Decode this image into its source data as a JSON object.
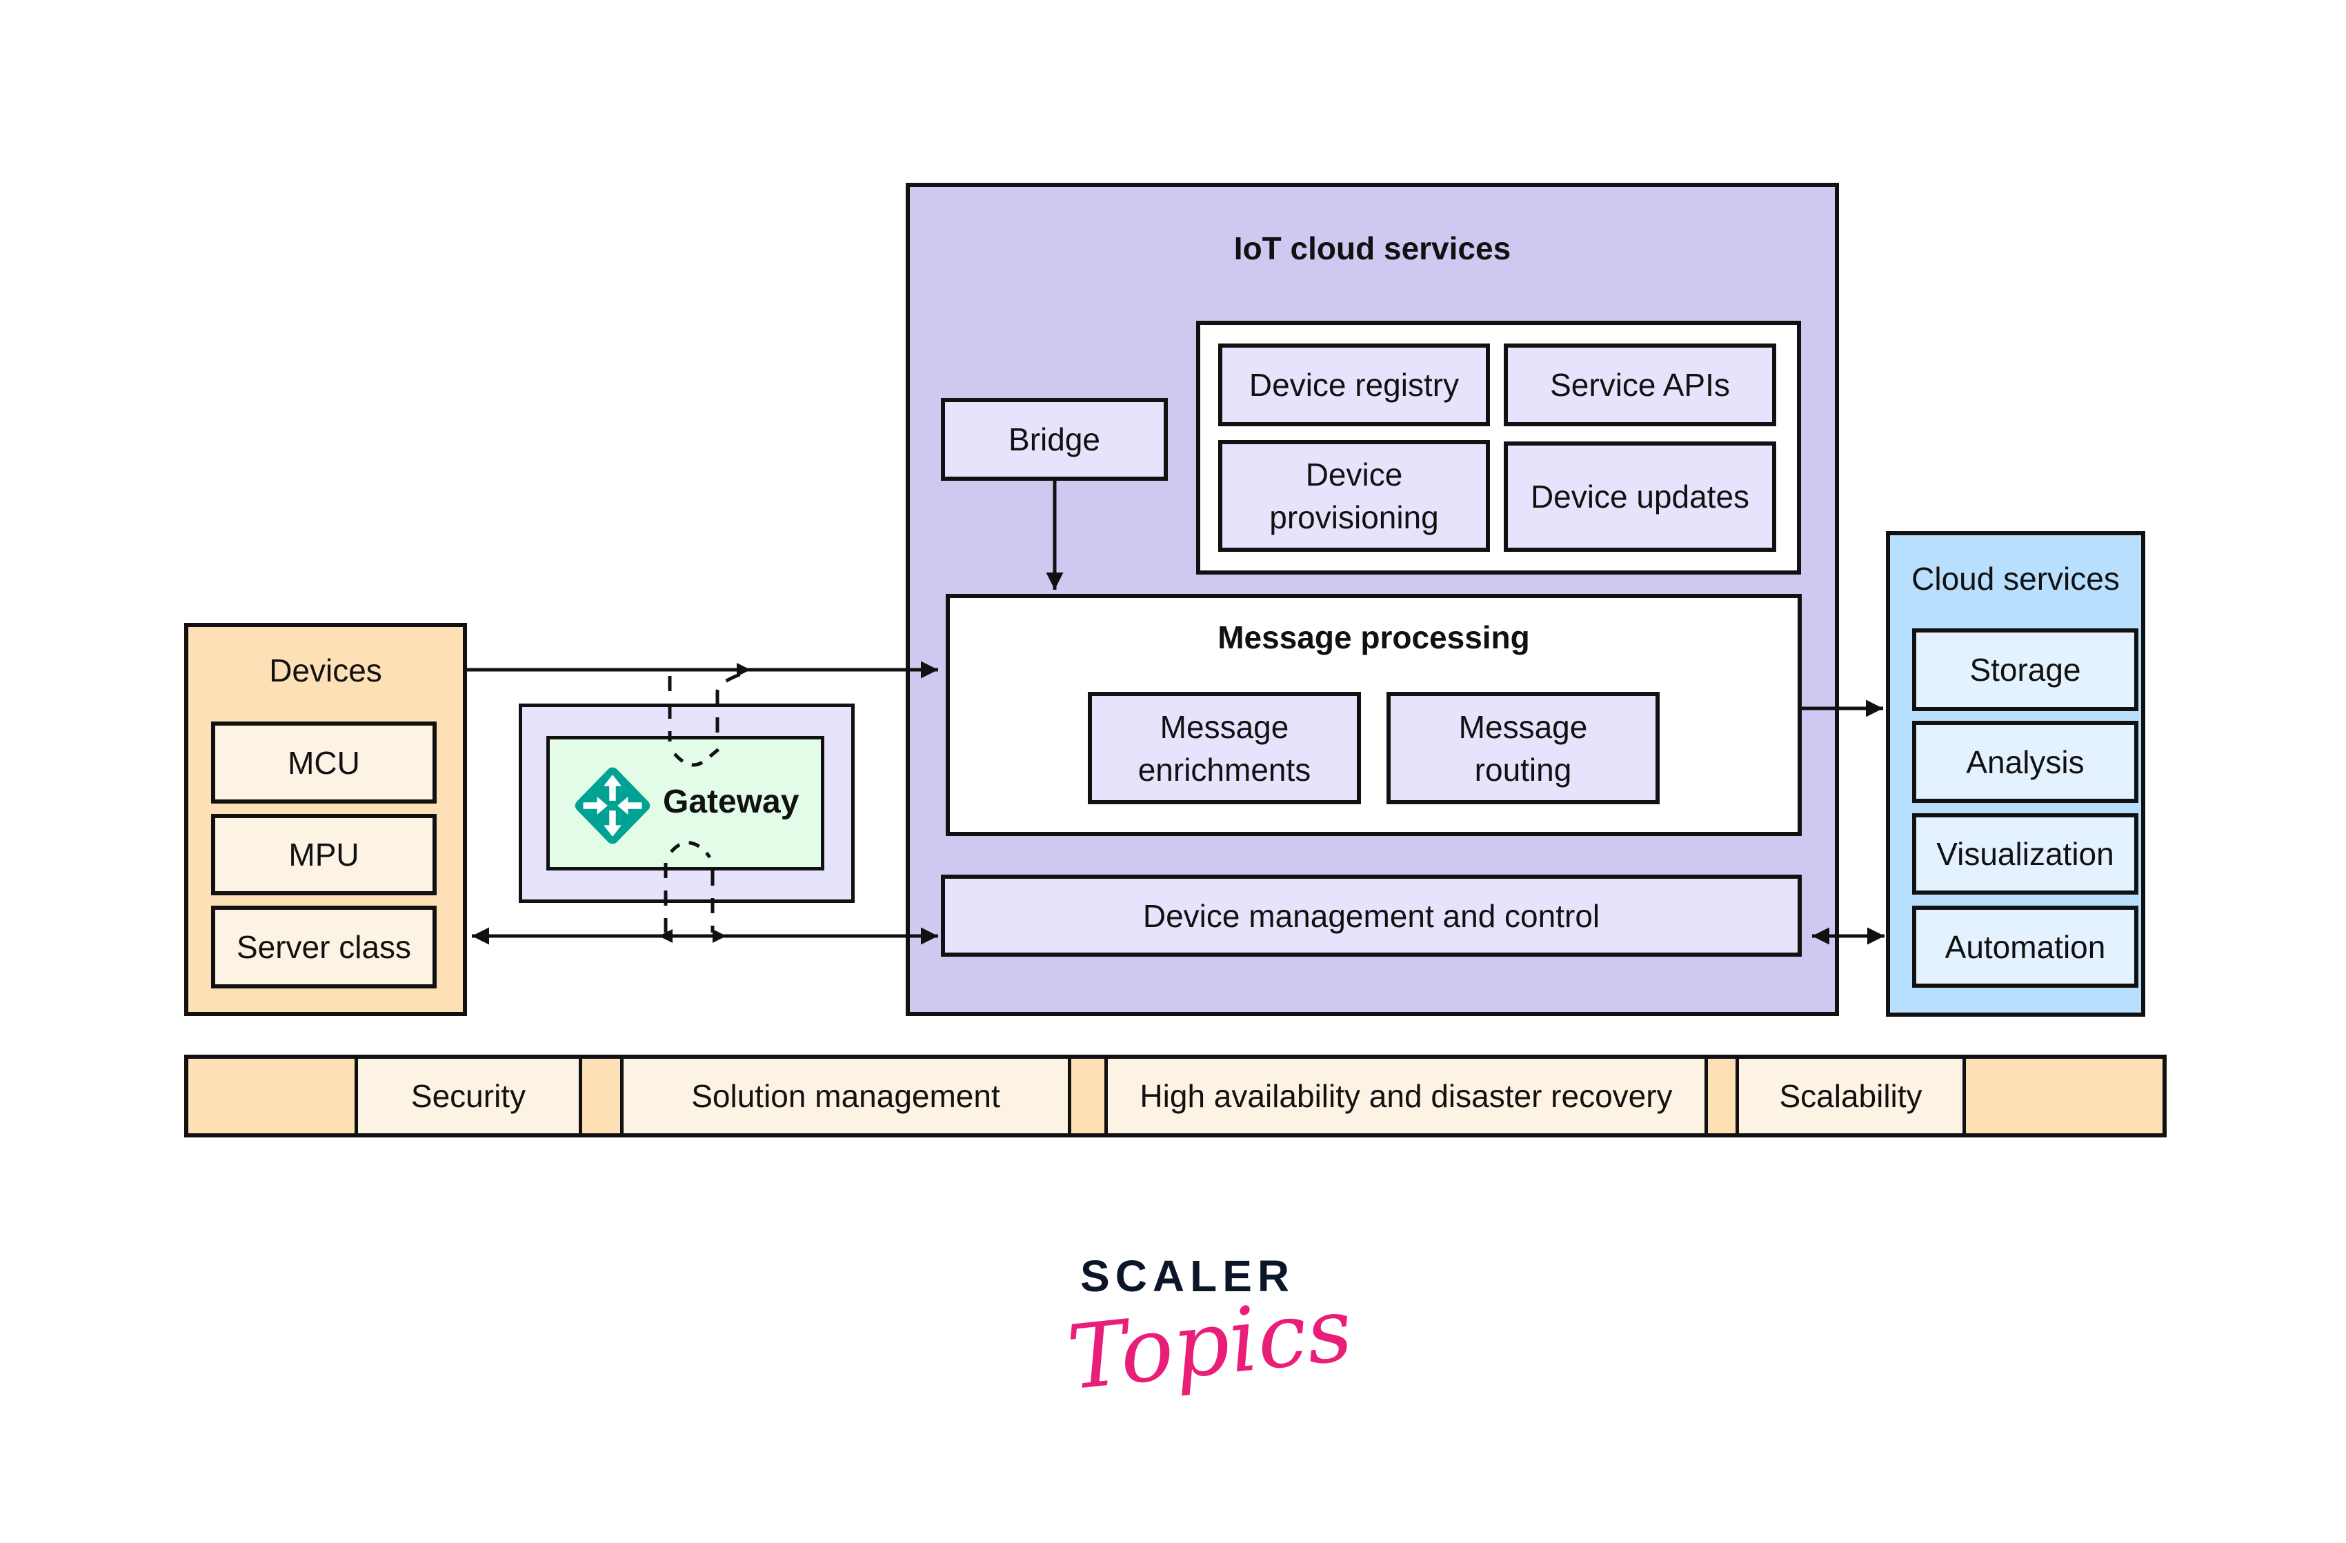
{
  "devices": {
    "title": "Devices",
    "items": [
      "MCU",
      "MPU",
      "Server class"
    ]
  },
  "gateway": {
    "label": "Gateway",
    "icon": "router-arrows-icon",
    "icon_color": "#00a294"
  },
  "iot_cloud": {
    "title": "IoT cloud services",
    "bridge": "Bridge",
    "services_grid": [
      "Device registry",
      "Service APIs",
      "Device provisioning",
      "Device updates"
    ],
    "message_processing": {
      "title": "Message processing",
      "items": [
        "Message enrichments",
        "Message routing"
      ]
    },
    "device_management": "Device management and control"
  },
  "cloud_services": {
    "title": "Cloud services",
    "items": [
      "Storage",
      "Analysis",
      "Visualization",
      "Automation"
    ]
  },
  "cross_cutting": [
    "Security",
    "Solution management",
    "High availability and disaster recovery",
    "Scalability"
  ],
  "logo": {
    "line1": "SCALER",
    "line2": "Topics"
  },
  "colors": {
    "devices_bg": "#fde0b6",
    "devices_item_bg": "#fdf3e4",
    "iot_bg": "#cfc9f2",
    "iot_item_bg": "#e6e4fc",
    "gateway_bg": "#e3fce7",
    "cloud_bg": "#b8dffd",
    "cloud_item_bg": "#e3f2fe",
    "logo_dark": "#0b1628",
    "logo_pink": "#e91e78"
  }
}
